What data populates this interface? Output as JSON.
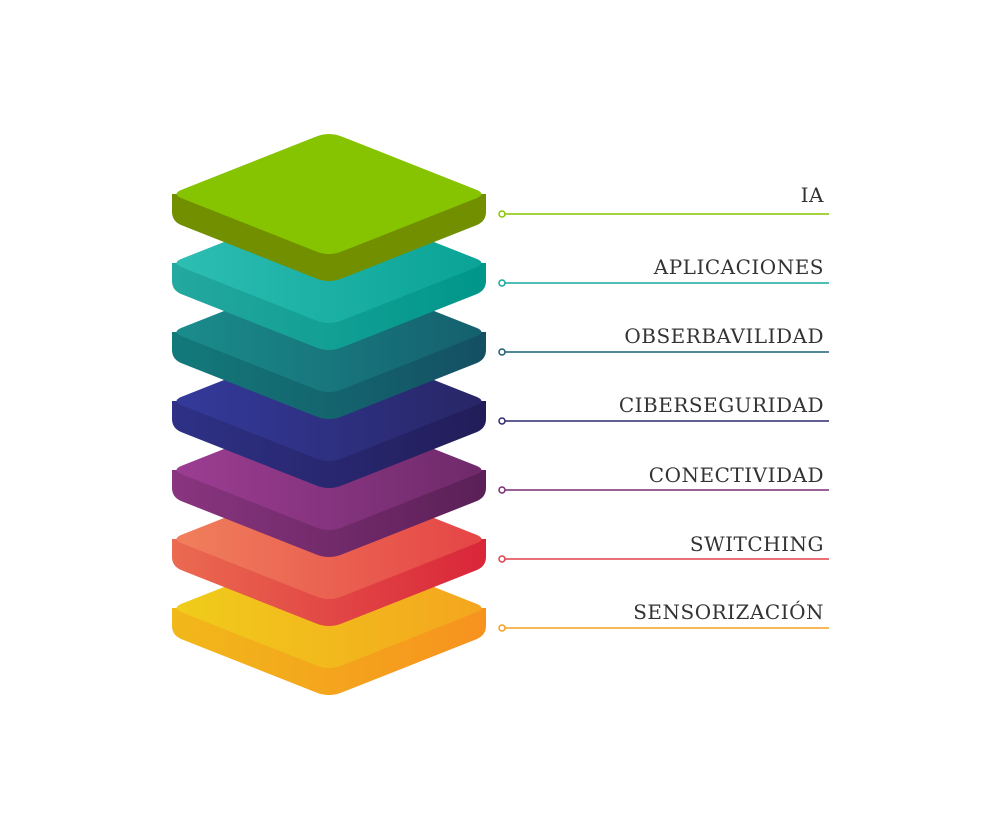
{
  "layers": [
    {
      "label": "IA",
      "top": "#86c402",
      "side_light": "#7ea409",
      "side_dark": "#6a8c00",
      "accent": "#86c402"
    },
    {
      "label": "APLICACIONES",
      "top_light": "#2dbdb3",
      "top_dark": "#0aa396",
      "side_light": "#24a89f",
      "side_dark": "#00968a",
      "accent": "#17a89d"
    },
    {
      "label": "OBSERBAVILIDAD",
      "top_light": "#1a8c8c",
      "top_dark": "#15606e",
      "side_light": "#137a7a",
      "side_dark": "#144f63",
      "accent": "#1a5f75"
    },
    {
      "label": "CIBERSEGURIDAD",
      "top_light": "#343a9b",
      "top_dark": "#282667",
      "side_light": "#2e3186",
      "side_dark": "#221d59",
      "accent": "#2d2870"
    },
    {
      "label": "CONECTIVIDAD",
      "top_light": "#9c3d92",
      "top_dark": "#6f2a6a",
      "side_light": "#89357f",
      "side_dark": "#5b2057",
      "accent": "#7b2c76"
    },
    {
      "label": "SWITCHING",
      "top_light": "#f07f5c",
      "top_dark": "#e54546",
      "side_light": "#eb6a50",
      "side_dark": "#d9263a",
      "accent": "#e2404a"
    },
    {
      "label": "SENSORIZACIÓN",
      "top_light": "#f0cc1b",
      "top_dark": "#f4a61e",
      "side_light": "#f1b81a",
      "side_dark": "#f7921f",
      "accent": "#f3a021"
    }
  ]
}
